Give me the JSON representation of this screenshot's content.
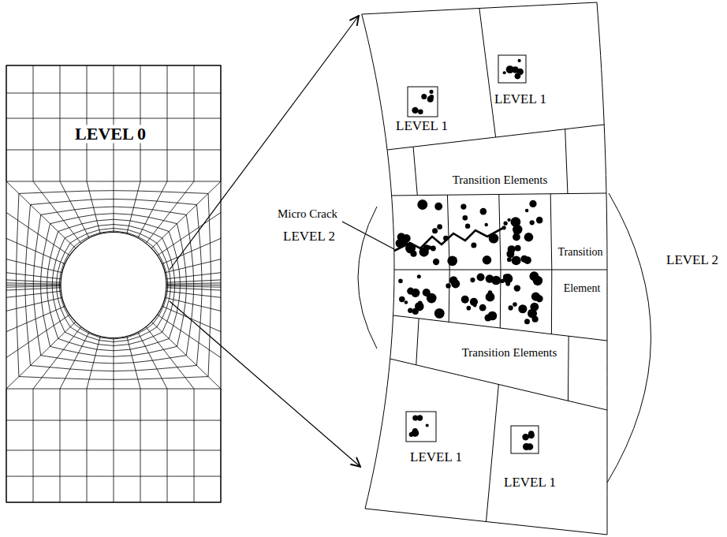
{
  "diagram": {
    "labels": [
      "LEVEL 0",
      "LEVEL 1",
      "LEVEL 1",
      "Micro Crack",
      "Transition Elements",
      "LEVEL 2",
      "Transition",
      "Element",
      "LEVEL 2",
      "Transition Elements",
      "LEVEL 1",
      "LEVEL 1"
    ]
  }
}
